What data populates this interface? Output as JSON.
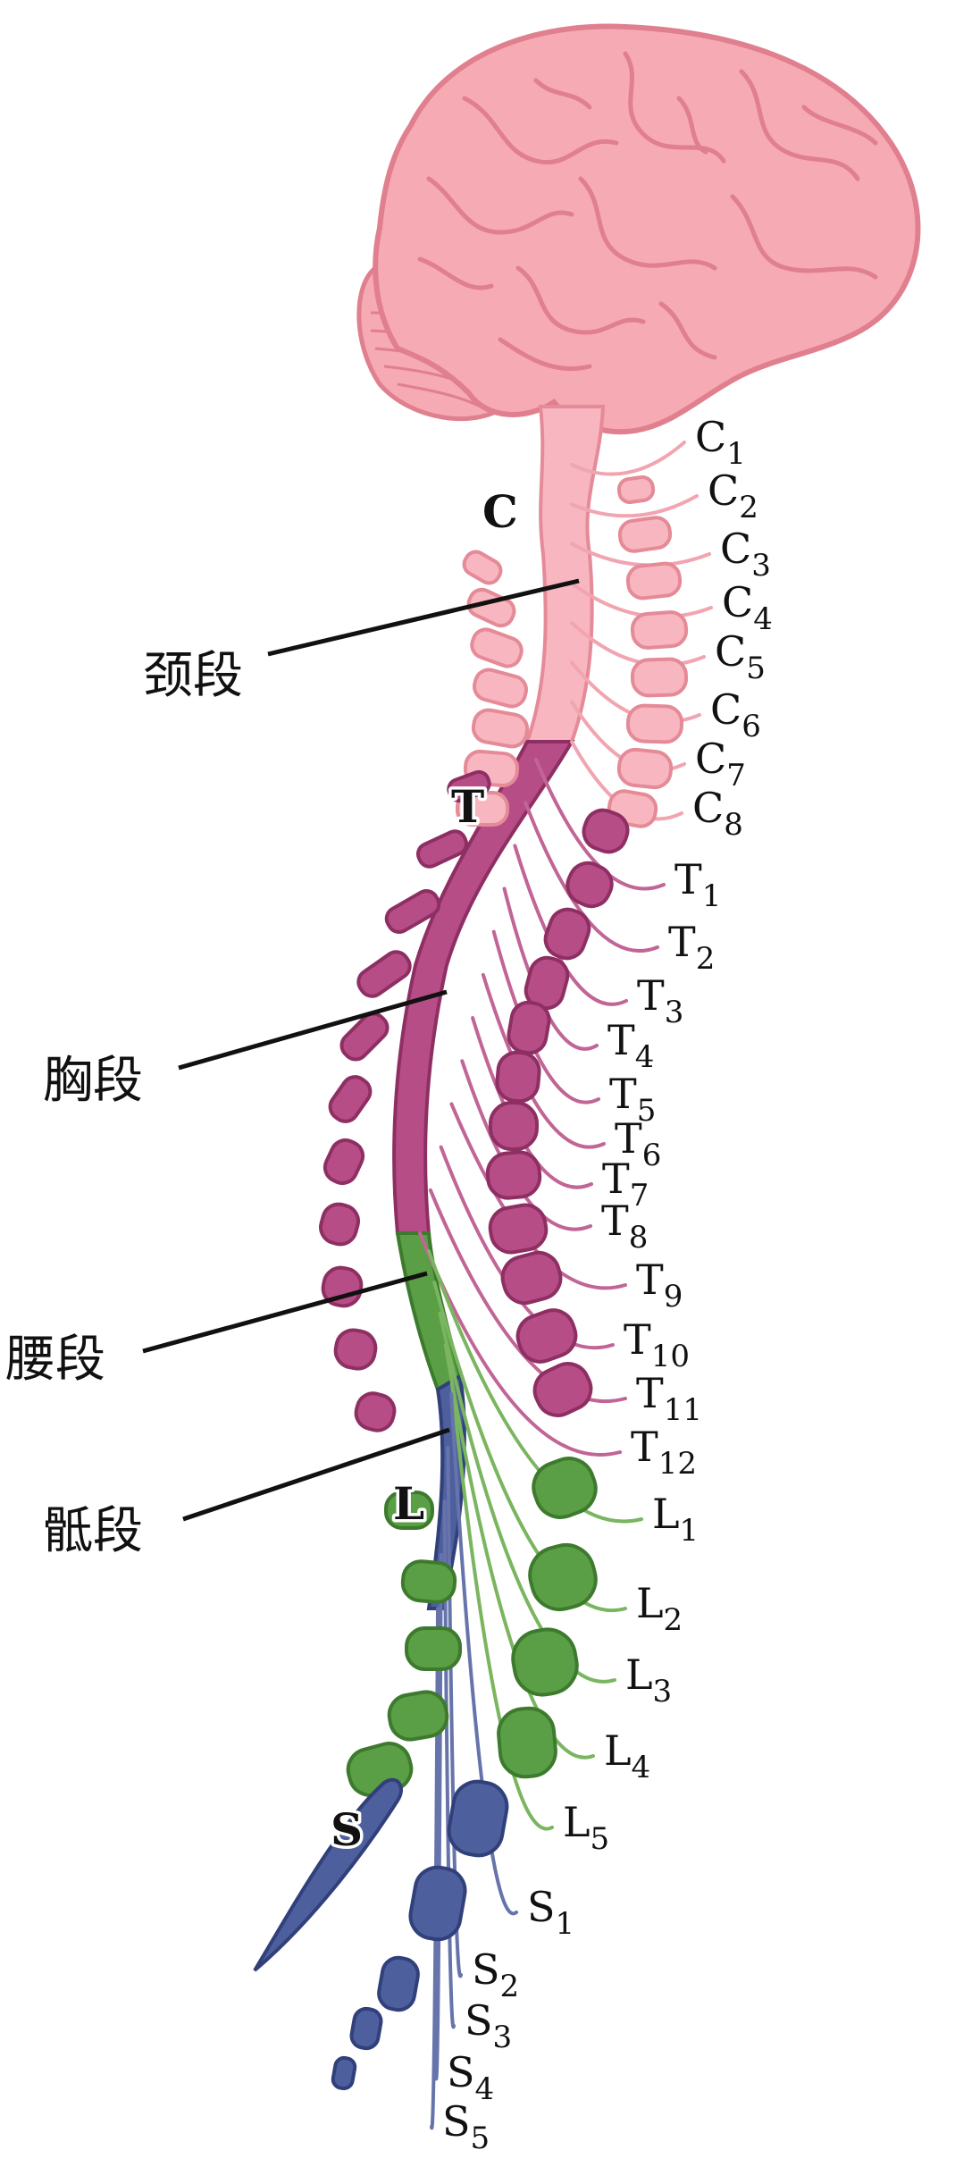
{
  "colors": {
    "cervical": "#f7b6c0",
    "cervical_stroke": "#e58a97",
    "thoracic": "#b74d86",
    "thoracic_dark": "#8e2f63",
    "lumbar": "#5a9e45",
    "lumbar_dark": "#3d7a2e",
    "sacral": "#4e5f9e",
    "sacral_dark": "#31407a",
    "brain": "#f6aab4",
    "brain_stroke": "#e07f8e"
  },
  "section_letters": {
    "cervical": "C",
    "thoracic": "T",
    "lumbar": "L",
    "sacral": "S"
  },
  "segments": {
    "cervical": "颈段",
    "thoracic": "胸段",
    "lumbar": "腰段",
    "sacral": "骶段"
  },
  "nerves": {
    "cervical": [
      {
        "base": "C",
        "sub": "1"
      },
      {
        "base": "C",
        "sub": "2"
      },
      {
        "base": "C",
        "sub": "3"
      },
      {
        "base": "C",
        "sub": "4"
      },
      {
        "base": "C",
        "sub": "5"
      },
      {
        "base": "C",
        "sub": "6"
      },
      {
        "base": "C",
        "sub": "7"
      },
      {
        "base": "C",
        "sub": "8"
      }
    ],
    "thoracic": [
      {
        "base": "T",
        "sub": "1"
      },
      {
        "base": "T",
        "sub": "2"
      },
      {
        "base": "T",
        "sub": "3"
      },
      {
        "base": "T",
        "sub": "4"
      },
      {
        "base": "T",
        "sub": "5"
      },
      {
        "base": "T",
        "sub": "6"
      },
      {
        "base": "T",
        "sub": "7"
      },
      {
        "base": "T",
        "sub": "8"
      },
      {
        "base": "T",
        "sub": "9"
      },
      {
        "base": "T",
        "sub": "10"
      },
      {
        "base": "T",
        "sub": "11"
      },
      {
        "base": "T",
        "sub": "12"
      }
    ],
    "lumbar": [
      {
        "base": "L",
        "sub": "1"
      },
      {
        "base": "L",
        "sub": "2"
      },
      {
        "base": "L",
        "sub": "3"
      },
      {
        "base": "L",
        "sub": "4"
      },
      {
        "base": "L",
        "sub": "5"
      }
    ],
    "sacral": [
      {
        "base": "S",
        "sub": "1"
      },
      {
        "base": "S",
        "sub": "2"
      },
      {
        "base": "S",
        "sub": "3"
      },
      {
        "base": "S",
        "sub": "4"
      },
      {
        "base": "S",
        "sub": "5"
      }
    ]
  }
}
